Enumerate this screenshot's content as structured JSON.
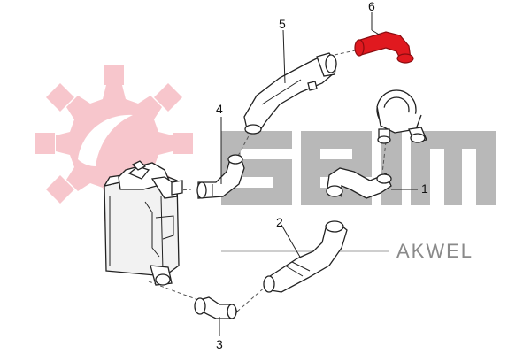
{
  "diagram": {
    "callouts": [
      {
        "id": "1",
        "text": "1"
      },
      {
        "id": "2",
        "text": "2"
      },
      {
        "id": "3",
        "text": "3"
      },
      {
        "id": "4",
        "text": "4"
      },
      {
        "id": "5",
        "text": "5"
      },
      {
        "id": "6",
        "text": "6"
      }
    ],
    "highlighted_part": "6",
    "highlight_color": "#e0191f"
  },
  "watermark": {
    "logo_word": "seim",
    "brand_text": "AKWEL",
    "gear_color": "#f7c6cc",
    "letter_color": "#b8b8b8",
    "brand_color": "#8a8a8a"
  },
  "icons": {
    "gear": "gear-logo-icon",
    "intercooler": "intercooler-icon",
    "throttle": "throttle-body-icon"
  }
}
